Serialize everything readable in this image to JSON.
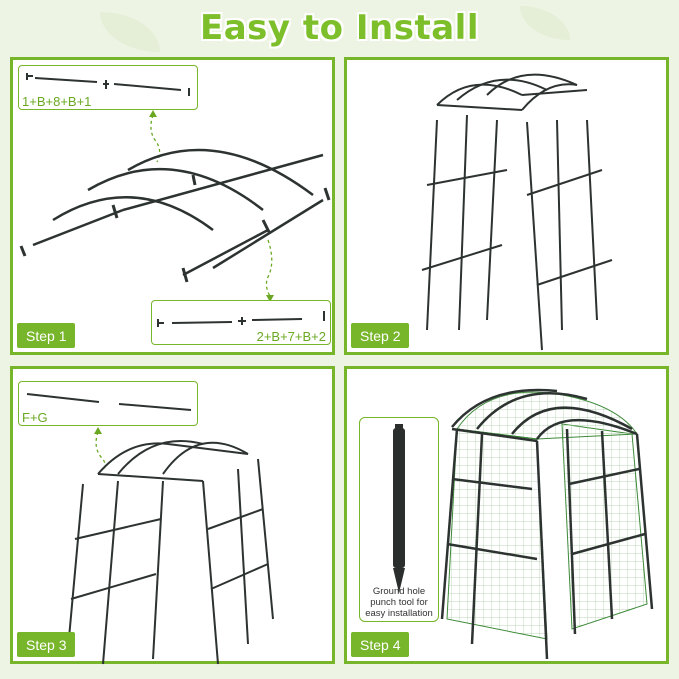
{
  "title": "Easy to Install",
  "steps": [
    {
      "label": "Step 1",
      "callout_top": "1+B+8+B+1",
      "callout_bottom": "2+B+7+B+2"
    },
    {
      "label": "Step 2"
    },
    {
      "label": "Step 3",
      "callout_top": "F+G"
    },
    {
      "label": "Step 4",
      "tool_caption": [
        "Ground hole",
        "punch tool for",
        "easy installation"
      ]
    }
  ],
  "colors": {
    "accent": "#77b52a",
    "frame": "#2d3331",
    "net": "#3e8a3a"
  }
}
